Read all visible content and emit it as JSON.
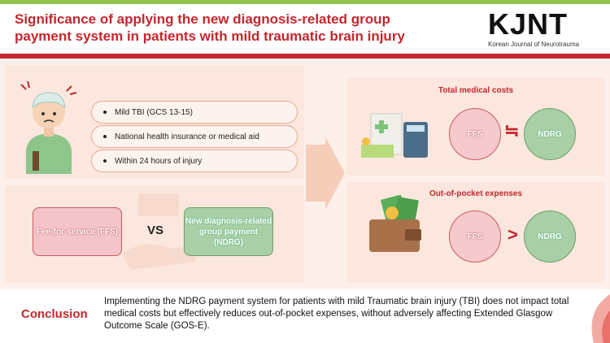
{
  "header": {
    "title_line1": "Significance of applying the new diagnosis-related group",
    "title_line2": "payment system in patients with mild traumatic brain injury",
    "logo_text": "KJNT",
    "logo_subtitle": "Korean Journal of Neurotrauma"
  },
  "criteria": [
    "Mild TBI (GCS 13-15)",
    "National health insurance or medical aid",
    "Within 24 hours of injury"
  ],
  "payment": {
    "ffs_label": "Fee-for-service (FFS)",
    "vs_label": "VS",
    "ndrg_label": "New diagnosis-related group payment (NDRG)"
  },
  "results": {
    "total": {
      "title": "Total medical costs",
      "left": "FFS",
      "symbol": "≒",
      "right": "NDRG"
    },
    "oop": {
      "title": "Out-of-pocket expenses",
      "left": "FFS",
      "symbol": ">",
      "right": "NDRG"
    }
  },
  "conclusion": {
    "label": "Conclusion",
    "text": "Implementing the NDRG payment system for patients with mild Traumatic brain injury (TBI) does not impact total medical costs but effectively reduces out-of-pocket expenses, without adversely affecting Extended Glasgow Outcome Scale (GOS-E)."
  },
  "colors": {
    "accent": "#c4262e",
    "green": "#8fc34a",
    "panel": "#fbe7dd"
  }
}
